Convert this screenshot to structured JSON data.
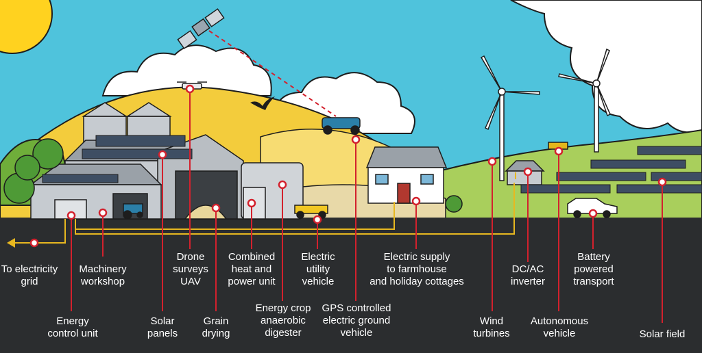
{
  "labels": {
    "to_grid": "To electricity\ngrid",
    "machinery_workshop": "Machinery\nworkshop",
    "energy_control_unit": "Energy\ncontrol unit",
    "solar_panels": "Solar\npanels",
    "drone": "Drone\nsurveys\nUAV",
    "grain_drying": "Grain\ndrying",
    "chp": "Combined\nheat and\npower unit",
    "anaerobic_digester": "Energy crop\nanaerobic\ndigester",
    "utility_vehicle": "Electric\nutility\nvehicle",
    "gps_vehicle": "GPS controlled\nelectric ground\nvehicle",
    "farmhouse_supply": "Electric supply\nto farmhouse\nand holiday cottages",
    "wind_turbines": "Wind\nturbines",
    "inverter": "DC/AC\ninverter",
    "autonomous_vehicle": "Autonomous\nvehicle",
    "battery_transport": "Battery\npowered\ntransport",
    "solar_field": "Solar field"
  },
  "colors": {
    "ground": "#2b2d2f",
    "sky": "#4fc3dc",
    "sun": "#ffd21f",
    "field_yellow": "#f3cc3c",
    "hill_green": "#a9cf5c",
    "dark_green": "#6fae3a",
    "building_grey": "#b9bec3",
    "cable": "#e8b820",
    "marker_red": "#d3212d"
  }
}
